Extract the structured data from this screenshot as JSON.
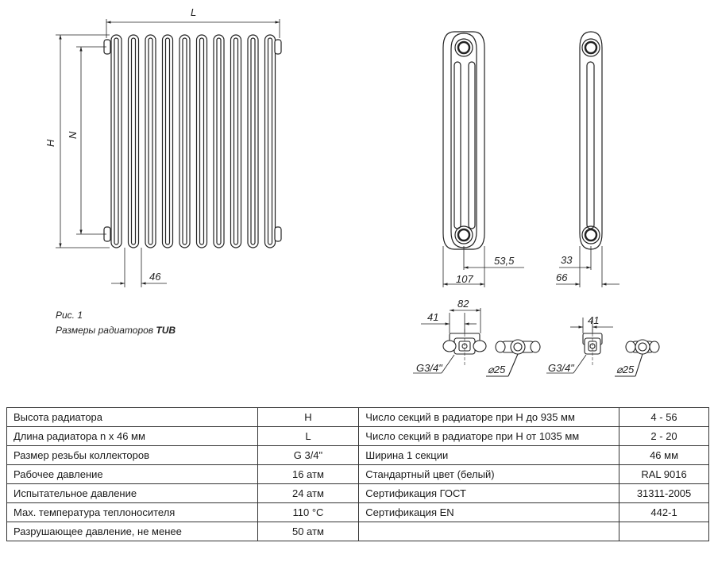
{
  "drawing": {
    "labels": {
      "L": "L",
      "H": "H",
      "N": "N",
      "pitch": "46",
      "offset_3col": "53,5",
      "width_3col": "107",
      "offset_2col": "33",
      "width_2col": "66",
      "conn_a": "41",
      "conn_b": "82",
      "conn_c": "41",
      "thread_1": "G3/4\"",
      "thread_2": "G3/4\"",
      "diam_1": "⌀25",
      "diam_2": "⌀25"
    }
  },
  "caption": {
    "fig": "Рис. 1",
    "text": "Размеры радиаторов ",
    "model": "TUB"
  },
  "table": {
    "rows": [
      [
        "Высота радиатора",
        "H",
        "Число секций в радиаторе при H до 935 мм",
        "4 - 56"
      ],
      [
        "Длина радиатора n x 46 мм",
        "L",
        "Число секций в радиаторе при H от 1035 мм",
        "2 - 20"
      ],
      [
        "Размер резьбы коллекторов",
        "G 3/4\"",
        "Ширина 1 секции",
        "46 мм"
      ],
      [
        "Рабочее давление",
        "16 атм",
        "Стандартный цвет (белый)",
        "RAL 9016"
      ],
      [
        "Испытательное давление",
        "24 атм",
        "Сертификация ГОСТ",
        "31311-2005"
      ],
      [
        "Мах. температура теплоносителя",
        "110 °C",
        "Сертификация EN",
        "442-1"
      ],
      [
        "Разрушающее давление, не менее",
        "50 атм",
        "",
        ""
      ]
    ]
  }
}
